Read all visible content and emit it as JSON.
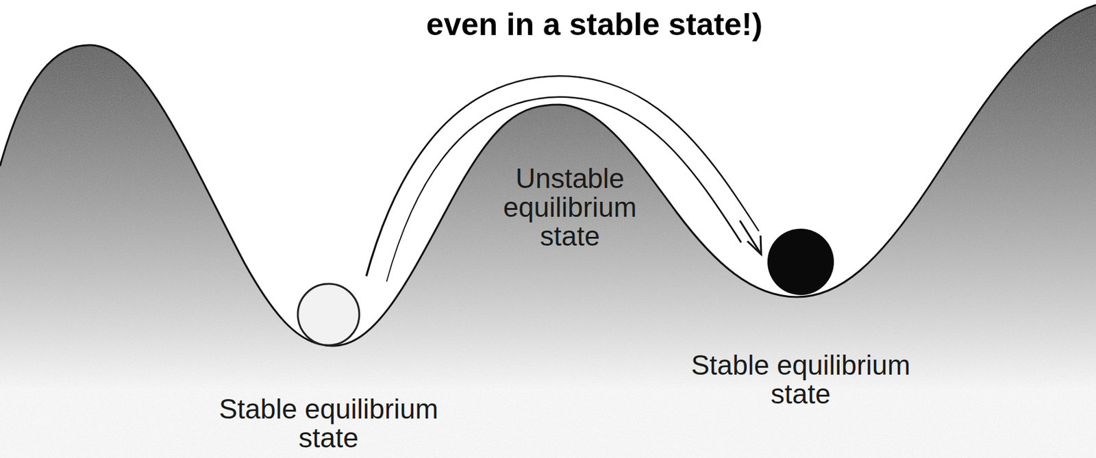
{
  "diagram": {
    "title": "even in a stable state!)",
    "labels": [
      "Unstable equilibrium state",
      "Stable equilibrium state",
      "Stable equilibrium state"
    ]
  }
}
